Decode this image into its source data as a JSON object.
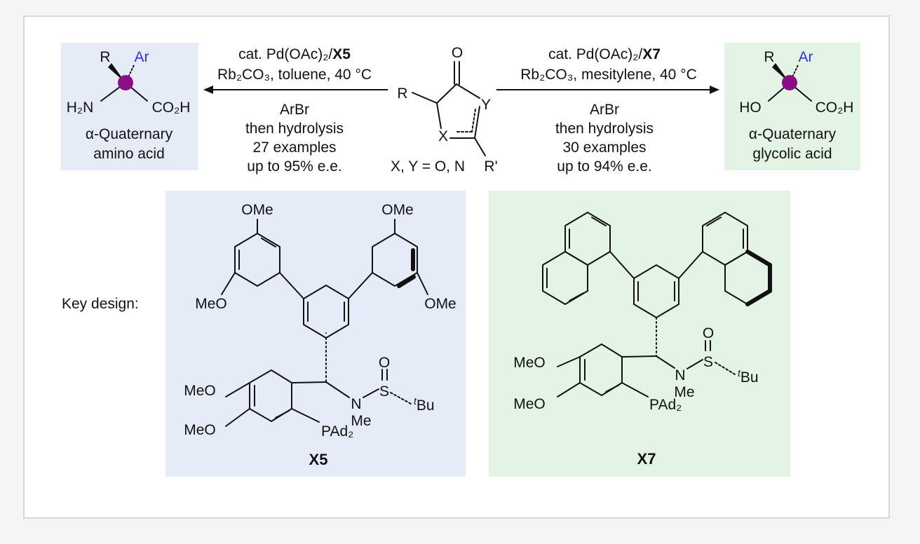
{
  "colors": {
    "blue_panel": "#e6ebf8",
    "green_panel": "#e4f4e4",
    "stereocenter": "#8a0f86",
    "aryl_label": "#2b35d6"
  },
  "left_product": {
    "r": "R",
    "ar": "Ar",
    "amine": "H₂N",
    "acid": "CO₂H",
    "name_line1": "α-Quaternary",
    "name_line2": "amino acid"
  },
  "right_product": {
    "r": "R",
    "ar": "Ar",
    "hydroxy": "HO",
    "acid": "CO₂H",
    "name_line1": "α-Quaternary",
    "name_line2": "glycolic acid"
  },
  "left_arrow": {
    "catalyst_prefix": "cat. Pd(OAc)₂/",
    "catalyst_ligand": "X5",
    "conditions": "Rb₂CO₃, toluene, 40 °C",
    "reagent": "ArBr",
    "then": "then hydrolysis",
    "examples": "27 examples",
    "ee": "up to 95% e.e."
  },
  "right_arrow": {
    "catalyst_prefix": "cat. Pd(OAc)₂/",
    "catalyst_ligand": "X7",
    "conditions": "Rb₂CO₃, mesitylene, 40 °C",
    "reagent": "ArBr",
    "then": "then hydrolysis",
    "examples": "30 examples",
    "ee": "up to 94% e.e."
  },
  "substrate": {
    "o": "O",
    "r": "R",
    "x": "X",
    "y": "Y",
    "r_prime": "R'",
    "caption": "X, Y = O, N"
  },
  "key_design_label": "Key design:",
  "ligand_x5": {
    "label": "X5",
    "ome": "OMe",
    "meo": "MeO",
    "n": "N",
    "me": "Me",
    "s": "S",
    "o": "O",
    "tbu": "Bu",
    "tbu_prefix": "t",
    "pad2": "PAd₂"
  },
  "ligand_x7": {
    "label": "X7",
    "meo": "MeO",
    "n": "N",
    "me": "Me",
    "s": "S",
    "o": "O",
    "tbu": "Bu",
    "tbu_prefix": "t",
    "pad2": "PAd₂"
  }
}
